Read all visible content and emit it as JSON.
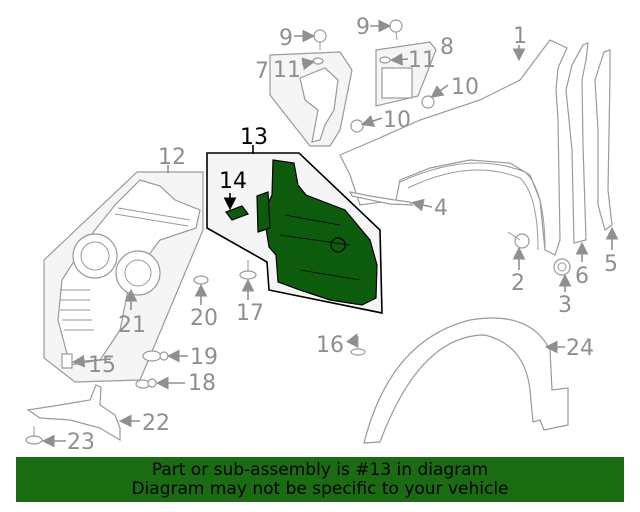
{
  "diagram": {
    "highlighted_part": "13",
    "highlight_color": "#0d5c0d",
    "callouts": [
      {
        "id": "1",
        "label": "1"
      },
      {
        "id": "2",
        "label": "2"
      },
      {
        "id": "3",
        "label": "3"
      },
      {
        "id": "4",
        "label": "4"
      },
      {
        "id": "5",
        "label": "5"
      },
      {
        "id": "6",
        "label": "6"
      },
      {
        "id": "7",
        "label": "7"
      },
      {
        "id": "8",
        "label": "8"
      },
      {
        "id": "9a",
        "label": "9"
      },
      {
        "id": "9b",
        "label": "9"
      },
      {
        "id": "10a",
        "label": "10"
      },
      {
        "id": "10b",
        "label": "10"
      },
      {
        "id": "11a",
        "label": "11"
      },
      {
        "id": "11b",
        "label": "11"
      },
      {
        "id": "12",
        "label": "12"
      },
      {
        "id": "13",
        "label": "13"
      },
      {
        "id": "14",
        "label": "14"
      },
      {
        "id": "15",
        "label": "15"
      },
      {
        "id": "16",
        "label": "16"
      },
      {
        "id": "17",
        "label": "17"
      },
      {
        "id": "18",
        "label": "18"
      },
      {
        "id": "19",
        "label": "19"
      },
      {
        "id": "20",
        "label": "20"
      },
      {
        "id": "21",
        "label": "21"
      },
      {
        "id": "22",
        "label": "22"
      },
      {
        "id": "23",
        "label": "23"
      },
      {
        "id": "24",
        "label": "24"
      }
    ]
  },
  "banner": {
    "line1": "Part or sub-assembly is #13 in diagram",
    "line2": "Diagram may not be specific to your vehicle",
    "background": "#1b6b12"
  }
}
